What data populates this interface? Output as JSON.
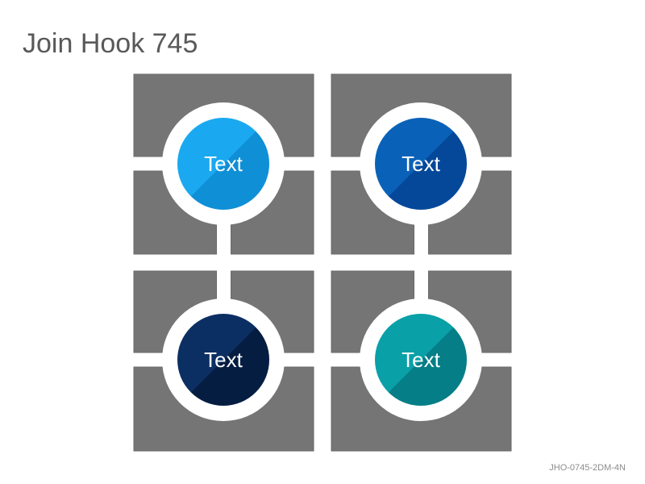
{
  "title": "Join Hook 745",
  "footer_code": "JHO-0745-2DM-4N",
  "colors": {
    "block": "#757575",
    "block_stroke": "#6a6a6a",
    "ring": "#ffffff"
  },
  "nodes": [
    {
      "label": "Text",
      "color_light": "#1aa9f0",
      "color_dark": "#0f8fd6"
    },
    {
      "label": "Text",
      "color_light": "#0a62b8",
      "color_dark": "#05489a"
    },
    {
      "label": "Text",
      "color_light": "#0c2f63",
      "color_dark": "#061d42"
    },
    {
      "label": "Text",
      "color_light": "#0aa0a8",
      "color_dark": "#057e87"
    }
  ]
}
